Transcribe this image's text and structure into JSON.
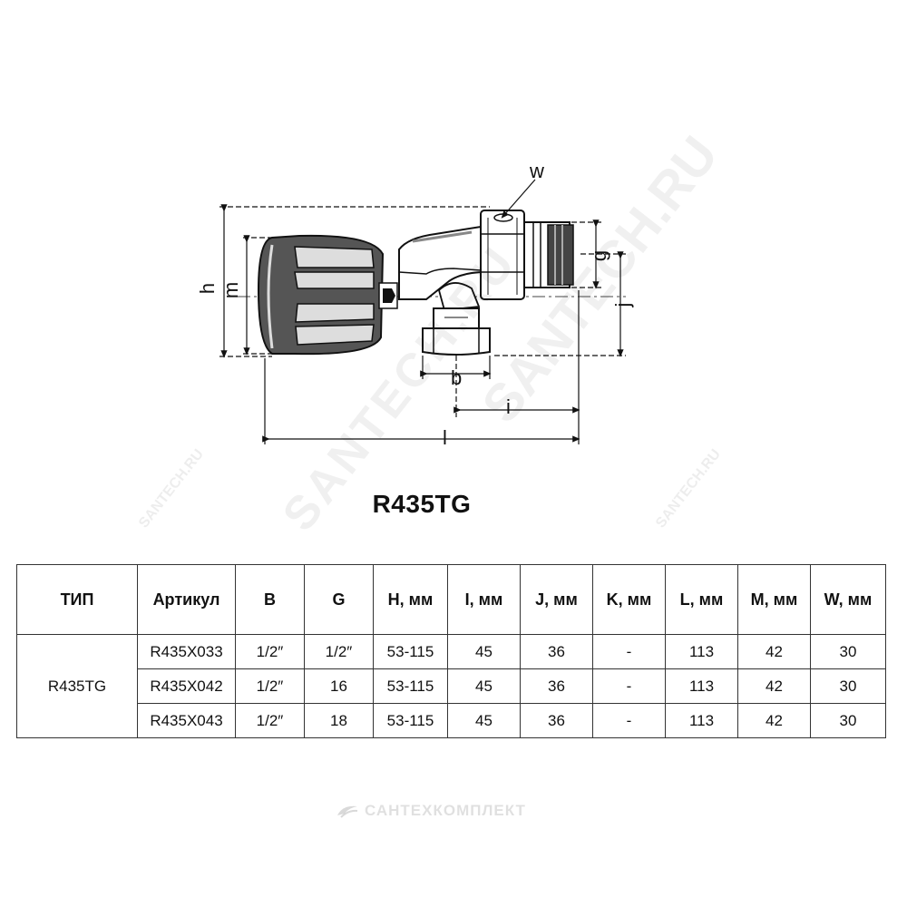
{
  "drawing": {
    "dimension_labels": {
      "w": "w",
      "h": "h",
      "m": "m",
      "g": "g",
      "j": "j",
      "b": "b",
      "i": "i",
      "l": "l"
    }
  },
  "model_title": "R435TG",
  "table": {
    "headers": [
      "ТИП",
      "Артикул",
      "B",
      "G",
      "H, мм",
      "I, мм",
      "J, мм",
      "K, мм",
      "L, мм",
      "M, мм",
      "W, мм"
    ],
    "type_value": "R435TG",
    "rows": [
      [
        "R435X033",
        "1/2″",
        "1/2″",
        "53-115",
        "45",
        "36",
        "-",
        "113",
        "42",
        "30"
      ],
      [
        "R435X042",
        "1/2″",
        "16",
        "53-115",
        "45",
        "36",
        "-",
        "113",
        "42",
        "30"
      ],
      [
        "R435X043",
        "1/2″",
        "18",
        "53-115",
        "45",
        "36",
        "-",
        "113",
        "42",
        "30"
      ]
    ]
  },
  "watermarks": {
    "diagonal": "SANTECH.RU",
    "small_left": "SANTECH.RU",
    "small_right": "SANTECH.RU",
    "footer": "САНТЕХКОМПЛЕКТ"
  }
}
